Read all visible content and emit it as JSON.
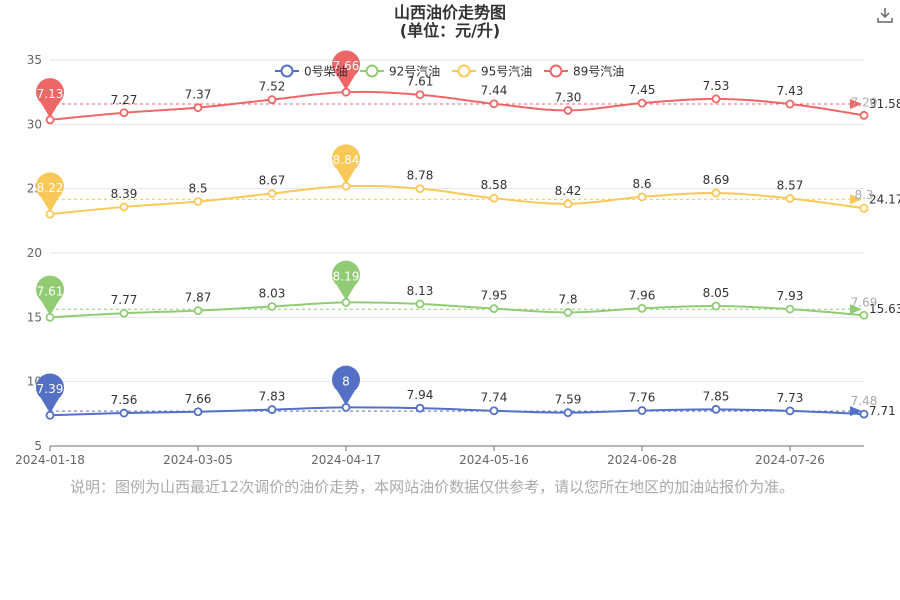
{
  "header": {
    "title": "山西油价走势图",
    "subtitle": "(单位：元/升)"
  },
  "note": "说明：图例为山西最近12次调价的油价走势，本网站油价数据仅供参考，请以您所在地区的加油站报价为准。",
  "toolbar": {
    "download_icon": "download-icon"
  },
  "chart_data": {
    "type": "line",
    "title": "山西油价走势图",
    "subtitle": "(单位：元/升)",
    "ylim": [
      5,
      35
    ],
    "yticks": [
      5,
      10,
      15,
      20,
      25,
      30,
      35
    ],
    "x_tick_labels": [
      "2024-01-18",
      "2024-03-05",
      "2024-04-17",
      "2024-05-16",
      "2024-06-28",
      "2024-07-26"
    ],
    "x_tick_indices": [
      0,
      2,
      4,
      6,
      8,
      10
    ],
    "legend_position": "top",
    "grid": true,
    "smooth": true,
    "series": [
      {
        "name": "0号柴油",
        "color": "#5470c6",
        "labels": [
          "7.39",
          "7.56",
          "7.66",
          "7.83",
          "8",
          "7.94",
          "7.74",
          "7.59",
          "7.76",
          "7.85",
          "7.73",
          "7.48"
        ],
        "values": [
          7.39,
          7.56,
          7.66,
          7.83,
          8.0,
          7.94,
          7.74,
          7.59,
          7.76,
          7.85,
          7.73,
          7.48
        ],
        "plot_values": [
          7.39,
          7.56,
          7.66,
          7.83,
          8.0,
          7.94,
          7.74,
          7.59,
          7.76,
          7.85,
          7.73,
          7.48
        ],
        "min_label": "7.39",
        "max_label": "8",
        "max_index": 4,
        "min_index": 0,
        "avg_label": "7.71",
        "avg": 7.71
      },
      {
        "name": "92号汽油",
        "color": "#91cc75",
        "labels": [
          "7.61",
          "7.77",
          "7.87",
          "8.03",
          "8.19",
          "8.13",
          "7.95",
          "7.8",
          "7.96",
          "8.05",
          "7.93",
          "7.69"
        ],
        "values": [
          7.61,
          7.77,
          7.87,
          8.03,
          8.19,
          8.13,
          7.95,
          7.8,
          7.96,
          8.05,
          7.93,
          7.69
        ],
        "plot_values": [
          15.0,
          15.32,
          15.52,
          15.84,
          16.16,
          16.04,
          15.68,
          15.38,
          15.7,
          15.88,
          15.64,
          15.16
        ],
        "min_label": "7.61",
        "max_label": "8.19",
        "max_index": 4,
        "min_index": 0,
        "avg_label": "15.63",
        "avg": 15.63
      },
      {
        "name": "95号汽油",
        "color": "#fac858",
        "labels": [
          "8.22",
          "8.39",
          "8.5",
          "8.67",
          "8.84",
          "8.78",
          "8.58",
          "8.42",
          "8.6",
          "8.69",
          "8.57",
          "8.3"
        ],
        "values": [
          8.22,
          8.39,
          8.5,
          8.67,
          8.84,
          8.78,
          8.58,
          8.42,
          8.6,
          8.69,
          8.57,
          8.3
        ],
        "plot_values": [
          23.02,
          23.58,
          24.0,
          24.62,
          25.2,
          25.0,
          24.26,
          23.82,
          24.36,
          24.66,
          24.24,
          23.48
        ],
        "min_label": "8.22",
        "max_label": "8.84",
        "max_index": 4,
        "min_index": 0,
        "avg_label": "24.17",
        "avg": 24.17
      },
      {
        "name": "89号汽油",
        "color": "#ee6666",
        "labels": [
          "7.13",
          "7.27",
          "7.37",
          "7.52",
          "7.66",
          "7.61",
          "7.44",
          "7.30",
          "7.45",
          "7.53",
          "7.43",
          "7.20"
        ],
        "values": [
          7.13,
          7.27,
          7.37,
          7.52,
          7.66,
          7.61,
          7.44,
          7.3,
          7.45,
          7.53,
          7.43,
          7.2
        ],
        "plot_values": [
          30.35,
          30.9,
          31.3,
          31.92,
          32.5,
          32.3,
          31.6,
          31.08,
          31.65,
          31.98,
          31.58,
          30.7
        ],
        "min_label": "7.13",
        "max_label": "7.66",
        "max_index": 4,
        "min_index": 0,
        "avg_label": "31.58",
        "avg": 31.58
      }
    ]
  }
}
